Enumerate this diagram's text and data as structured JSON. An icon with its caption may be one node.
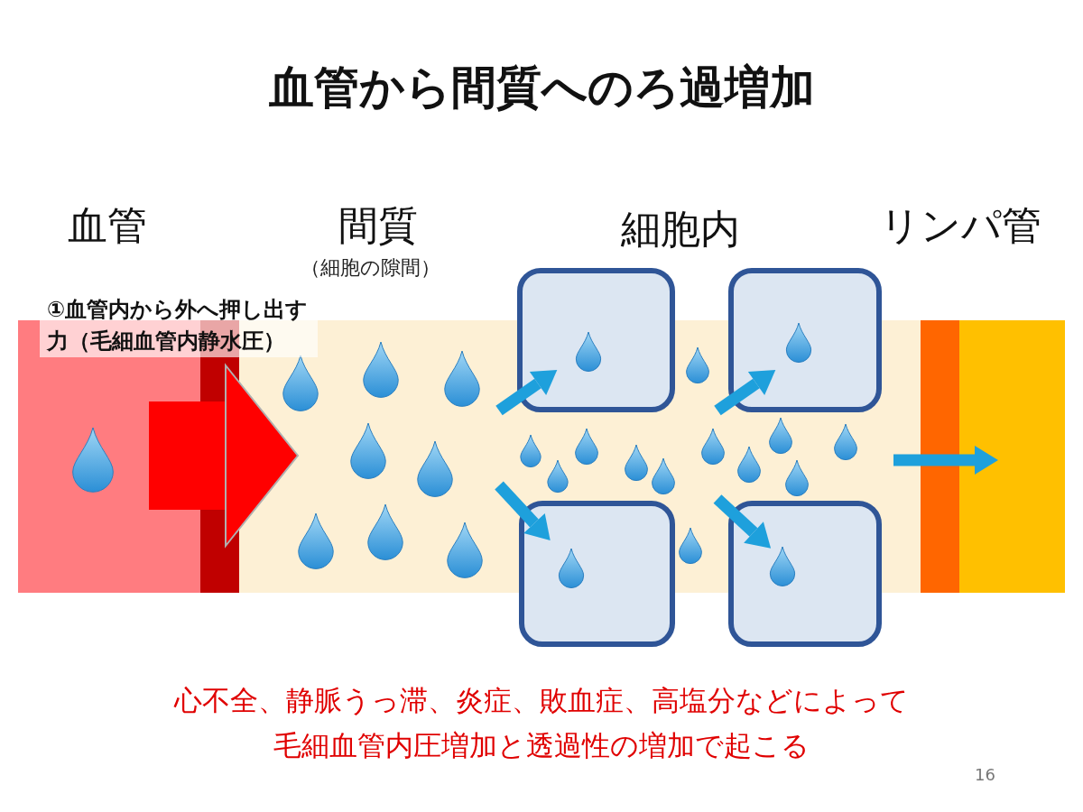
{
  "diagram": {
    "title": "血管から間質へのろ過増加",
    "nodes": [
      {
        "text": [
          "血管"
        ]
      },
      {
        "text": [
          "間質",
          "（細胞の隙間）"
        ]
      },
      {
        "text": [],
        "shape": "box"
      },
      {
        "text": [],
        "shape": "box"
      },
      {
        "text": [],
        "shape": "box"
      },
      {
        "text": [],
        "shape": "box"
      },
      {
        "text": [
          "リンパ管"
        ]
      }
    ],
    "edges": [
      {
        "from": 0,
        "to": 1,
        "arrow": "to",
        "style": "thick",
        "color": "#ff0000"
      },
      {
        "from": 1,
        "to": 2,
        "arrow": "to"
      },
      {
        "from": 1,
        "to": 4,
        "arrow": "to"
      },
      {
        "from": 1,
        "to": 3,
        "arrow": "to"
      },
      {
        "from": 1,
        "to": 5,
        "arrow": "to"
      },
      {
        "from": 1,
        "to": 6,
        "arrow": "to"
      }
    ],
    "labels": [
      "細胞内",
      "①血管内から外へ押し出す力（毛細血管内静水圧）",
      "心不全、静脈うっ滞、炎症、敗血症、高塩分などによって",
      "毛細血管内圧増加と透過性の増加で起こる",
      "16"
    ]
  }
}
